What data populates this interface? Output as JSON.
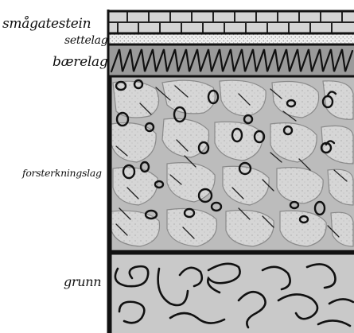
{
  "layers": [
    {
      "id": "smagatestein",
      "label": "smågatestein"
    },
    {
      "id": "settelag",
      "label": "settelag"
    },
    {
      "id": "barelag",
      "label": "bærelag"
    },
    {
      "id": "forsterkningslag",
      "label": "forsterkningslag"
    },
    {
      "id": "grunn",
      "label": "grunn"
    }
  ],
  "colors": {
    "ink": "#111111",
    "paving": "#d4d4d4",
    "bedding": "#efefef",
    "base": "#9a9a9a",
    "reinforcement": "#bcbcbc",
    "subgrade": "#c9c9c9"
  }
}
